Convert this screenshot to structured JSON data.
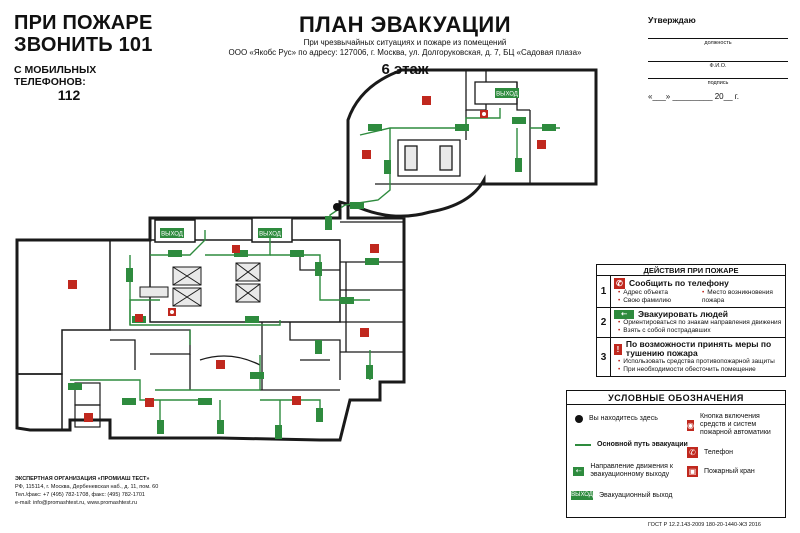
{
  "call": {
    "line1": "ПРИ ПОЖАРЕ",
    "line2": "ЗВОНИТЬ 101",
    "mobile": "С МОБИЛЬНЫХ ТЕЛЕФОНОВ:",
    "mobile_num": "112"
  },
  "title": {
    "main": "ПЛАН ЭВАКУАЦИИ",
    "sub1": "При чрезвычайных ситуациях и пожаре из помещений",
    "sub2": "ООО «Якобс Рус» по адресу: 127006, г. Москва, ул. Долгоруковская, д. 7, БЦ «Садовая плаза»",
    "floor": "6 этаж"
  },
  "approve": {
    "head": "Утверждаю",
    "cap1": "должность",
    "cap2": "Ф.И.О.",
    "cap3": "подпись",
    "date": "«___» _________ 20__ г."
  },
  "actions": {
    "head": "ДЕЙСТВИЯ ПРИ ПОЖАРЕ",
    "rows": [
      {
        "num": "1",
        "title": "Сообщить по телефону",
        "items": [
          "Адрес объекта",
          "Свою фамилию",
          "Место возникновения пожара"
        ]
      },
      {
        "num": "2",
        "title": "Эвакуировать людей",
        "items": [
          "Ориентироваться по знакам направления движения",
          "Взять с собой пострадавших"
        ]
      },
      {
        "num": "3",
        "title": "По возможности принять меры по тушению пожара",
        "items": [
          "Использовать средства противопожарной защиты",
          "При необходимости обесточить помещение"
        ]
      }
    ]
  },
  "legend": {
    "head": "УСЛОВНЫЕ ОБОЗНАЧЕНИЯ",
    "here": "Вы находитесь здесь",
    "route": "Основной путь эвакуации",
    "direction": "Направление движения к эвакуационному выходу",
    "exit": "Эвакуационный выход",
    "button": "Кнопка включения средств и систем пожарной автоматики",
    "phone": "Телефон",
    "hydrant": "Пожарный кран",
    "exit_sign": "ВЫХОД"
  },
  "org": {
    "line1": "ЭКСПЕРТНАЯ ОРГАНИЗАЦИЯ «ПРОМИАШ ТЕСТ»",
    "line2": "РФ, 115114, г. Москва, Дербеневская наб., д. 11, пом. 60",
    "line3": "Тел./факс: +7 (495) 782-1708, факс: (495) 782-1701",
    "line4": "e-mail: info@promashtest.ru, www.promashtest.ru"
  },
  "gost": "ГОСТ Р 12.2.143-2009 180-20-1440-ЖЗ 2016",
  "plan_labels": {
    "exit1": "ВЫХОД",
    "exit2": "ВЫХОД",
    "exit3": "ВЫХОД"
  },
  "colors": {
    "wall": "#1a1a1a",
    "route": "#2e8b3e",
    "fire": "#c0281e",
    "shaft": "#e9e9e9"
  }
}
